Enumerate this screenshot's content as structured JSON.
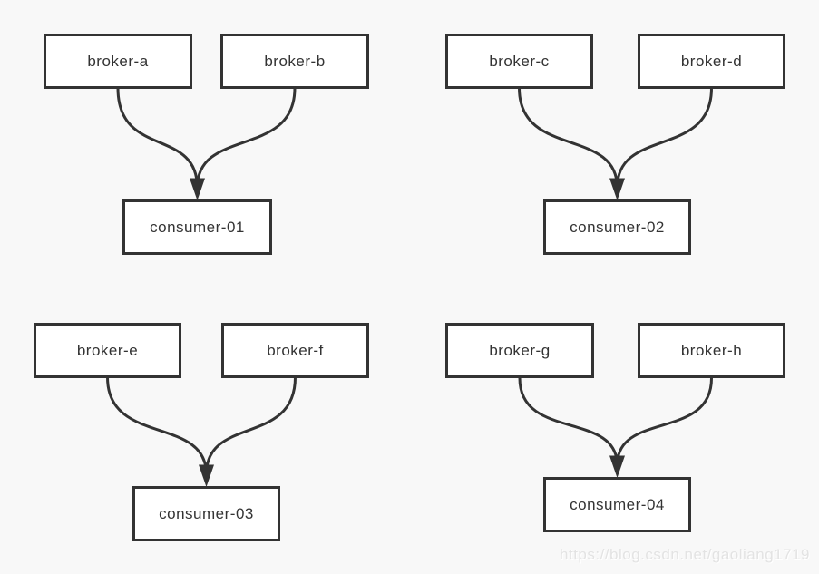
{
  "page": {
    "background_color": "#f8f8f8"
  },
  "diagram": {
    "type": "flow",
    "groups": [
      {
        "brokers": [
          {
            "label": "broker-a"
          },
          {
            "label": "broker-b"
          }
        ],
        "consumer": {
          "label": "consumer-01"
        },
        "edges": [
          {
            "from": "broker-a",
            "to": "consumer-01"
          },
          {
            "from": "broker-b",
            "to": "consumer-01"
          }
        ]
      },
      {
        "brokers": [
          {
            "label": "broker-c"
          },
          {
            "label": "broker-d"
          }
        ],
        "consumer": {
          "label": "consumer-02"
        },
        "edges": [
          {
            "from": "broker-c",
            "to": "consumer-02"
          },
          {
            "from": "broker-d",
            "to": "consumer-02"
          }
        ]
      },
      {
        "brokers": [
          {
            "label": "broker-e"
          },
          {
            "label": "broker-f"
          }
        ],
        "consumer": {
          "label": "consumer-03"
        },
        "edges": [
          {
            "from": "broker-e",
            "to": "consumer-03"
          },
          {
            "from": "broker-f",
            "to": "consumer-03"
          }
        ]
      },
      {
        "brokers": [
          {
            "label": "broker-g"
          },
          {
            "label": "broker-h"
          }
        ],
        "consumer": {
          "label": "consumer-04"
        },
        "edges": [
          {
            "from": "broker-g",
            "to": "consumer-04"
          },
          {
            "from": "broker-h",
            "to": "consumer-04"
          }
        ]
      }
    ],
    "colors": {
      "node_fill": "#ffffff",
      "node_border": "#333333",
      "edge": "#333333",
      "text": "#333333"
    }
  },
  "watermark": {
    "text": "https://blog.csdn.net/gaoliang1719",
    "color": "#e3e3e3"
  }
}
